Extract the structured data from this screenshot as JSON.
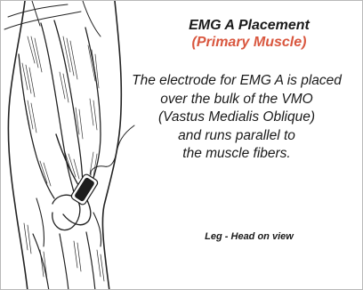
{
  "title": "EMG A Placement",
  "subtitle": "(Primary Muscle)",
  "description_lines": [
    "The electrode for EMG A is placed",
    "over the bulk of the VMO",
    "(Vastus Medialis Oblique)",
    "and runs parallel to",
    "the muscle fibers."
  ],
  "caption": "Leg - Head on view",
  "colors": {
    "text": "#1a1a1a",
    "subtitle": "#d9573f",
    "sketch": "#222222",
    "electrode": "#1e1e1e",
    "border": "#b9b9b9"
  }
}
